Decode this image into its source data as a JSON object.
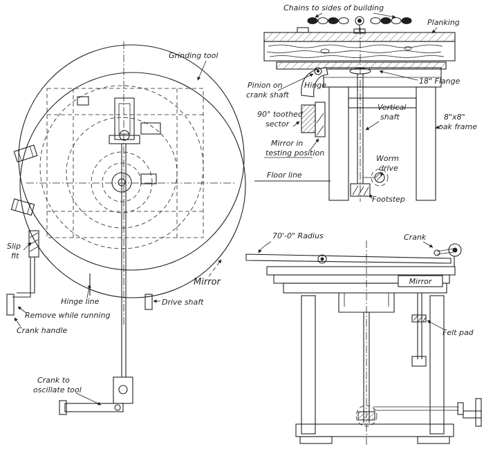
{
  "drawing": {
    "ink": "#1f1f1f",
    "paper": "#ffffff"
  },
  "plan": {
    "grinding_tool": "Grinding tool",
    "slip_line1": "Slip",
    "slip_line2": "fit",
    "hinge_line": "Hinge line",
    "remove_while_running": "Remove while running",
    "crank_handle": "Crank handle",
    "drive_shaft": "Drive shaft",
    "mirror": "Mirror",
    "crank_line1": "Crank to",
    "crank_line2": "oscillate tool"
  },
  "elevation": {
    "chains": "Chains to sides of building",
    "planking": "Planking",
    "pinion_line1": "Pinion on",
    "pinion_line2": "crank shaft",
    "hinge": "Hinge",
    "flange": "18\" Flange",
    "sector_line1": "90° toothed",
    "sector_line2": "sector",
    "vertical_shaft_line1": "Vertical",
    "vertical_shaft_line2": "shaft",
    "oak_frame_line1": "8\"x8\"",
    "oak_frame_line2": "oak frame",
    "mirror_testing_line1": "Mirror in",
    "mirror_testing_line2": "testing position",
    "worm_drive_line1": "Worm",
    "worm_drive_line2": "drive",
    "floor_line": "Floor line",
    "footstep": "Footstep"
  },
  "section": {
    "radius": "70'-0\" Radius",
    "crank": "Crank",
    "mirror": "Mirror",
    "felt_pad": "Felt pad"
  }
}
